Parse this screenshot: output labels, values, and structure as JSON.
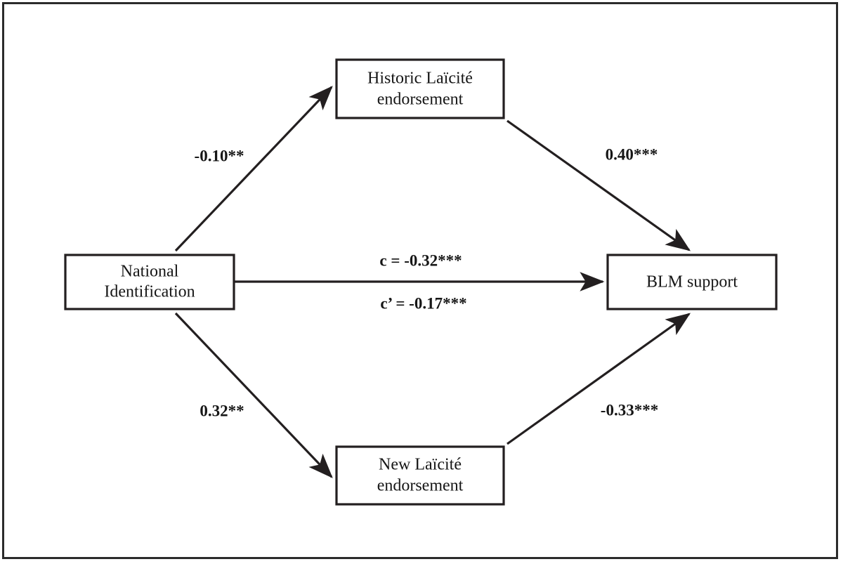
{
  "figure": {
    "type": "mediation-path-diagram",
    "frame_color": "#2b2b2b",
    "line_color": "#231f20",
    "background": "#ffffff"
  },
  "nodes": [
    {
      "id": "national-identification",
      "line1": "National",
      "line2": "Identification",
      "role": "predictor"
    },
    {
      "id": "historic-laicite",
      "line1": "Historic Laïcité",
      "line2": "endorsement",
      "role": "mediator"
    },
    {
      "id": "new-laicite",
      "line1": "New Laïcité",
      "line2": "endorsement",
      "role": "mediator"
    },
    {
      "id": "blm-support",
      "line1": "BLM support",
      "line2": "",
      "role": "outcome"
    }
  ],
  "paths": [
    {
      "id": "a1",
      "from": "national-identification",
      "to": "historic-laicite",
      "label": "-0.10**",
      "coefficient": -0.1,
      "significance": "**"
    },
    {
      "id": "b1",
      "from": "historic-laicite",
      "to": "blm-support",
      "label": "0.40***",
      "coefficient": 0.4,
      "significance": "***"
    },
    {
      "id": "a2",
      "from": "national-identification",
      "to": "new-laicite",
      "label": "0.32**",
      "coefficient": 0.32,
      "significance": "**"
    },
    {
      "id": "b2",
      "from": "new-laicite",
      "to": "blm-support",
      "label": "-0.33***",
      "coefficient": -0.33,
      "significance": "***"
    },
    {
      "id": "c-total",
      "from": "national-identification",
      "to": "blm-support",
      "label": "c = -0.32***",
      "coefficient": -0.32,
      "significance": "***"
    },
    {
      "id": "c-prime-direct",
      "from": "national-identification",
      "to": "blm-support",
      "label": "c’ = -0.17***",
      "coefficient": -0.17,
      "significance": "***"
    }
  ]
}
